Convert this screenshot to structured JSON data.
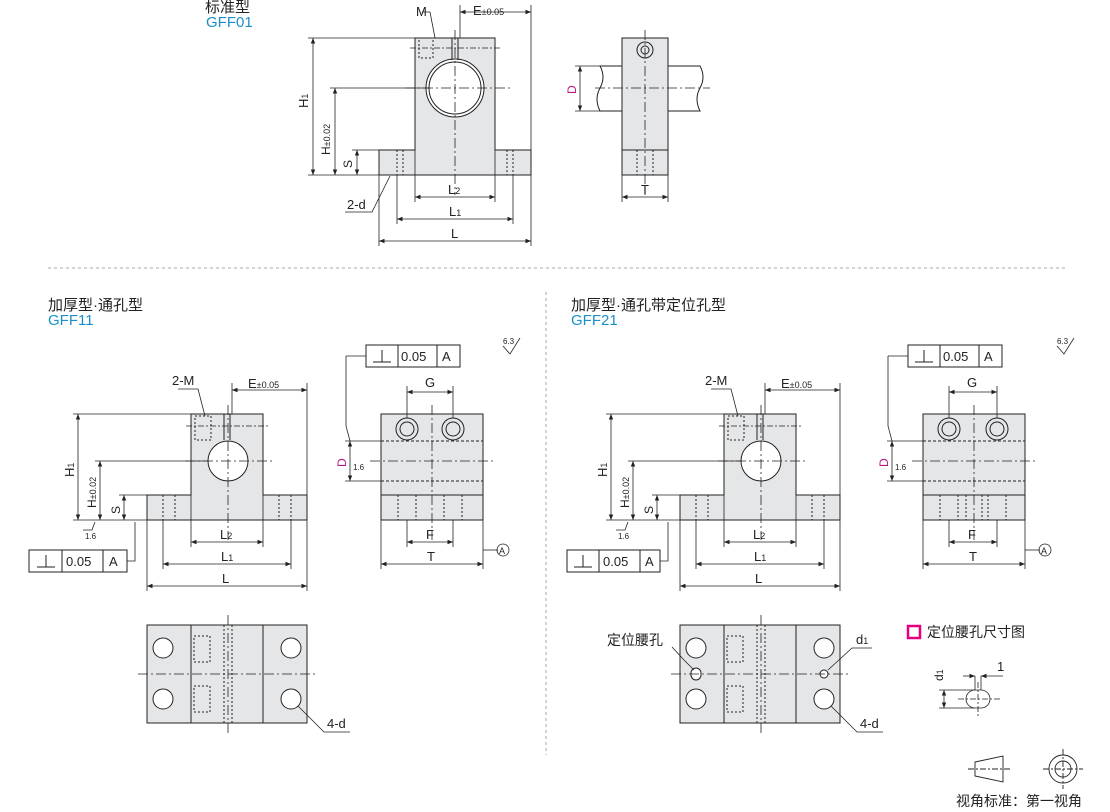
{
  "sections": {
    "standard": {
      "title": "标准型",
      "code": "GFF01"
    },
    "thick_through": {
      "title": "加厚型·通孔型",
      "code": "GFF11"
    },
    "thick_locating": {
      "title": "加厚型·通孔带定位孔型",
      "code": "GFF21"
    }
  },
  "dims": {
    "M": "M",
    "two_M": "2-M",
    "E": "E",
    "E_tol": "±0.05",
    "H1": "H",
    "H1_sub": "1",
    "H": "H",
    "H_tol": "±0.02",
    "S": "S",
    "L": "L",
    "L1": "L",
    "L1_sub": "1",
    "L2": "L",
    "L2_sub": "2",
    "two_d": "2-d",
    "four_d": "4-d",
    "D": "D",
    "T": "T",
    "G": "G",
    "F": "F",
    "d1": "d",
    "d1_sub": "1",
    "one": "1"
  },
  "tolerance": {
    "value": "0.05",
    "datum": "A"
  },
  "roughness": {
    "r63": "6.3",
    "r16": "1.6"
  },
  "datum_mark": "A",
  "locating_hole_label": "定位腰孔",
  "slot_size_legend": "定位腰孔尺寸图",
  "view_standard": "视角标准：第一视角",
  "colors": {
    "line": "#222222",
    "part_fill": "#e5e6e8",
    "code_blue": "#1a8fc9",
    "magenta": "#b5177e",
    "legend_box": "#e4007f",
    "dash_sep": "#aaaaaa"
  }
}
